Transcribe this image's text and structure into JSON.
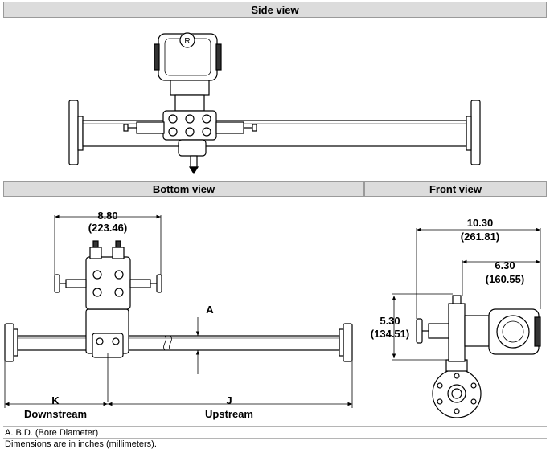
{
  "headers": {
    "side_view": "Side view",
    "bottom_view": "Bottom view",
    "front_view": "Front view"
  },
  "dimensions": {
    "width_in": "8.80",
    "width_mm": "(223.46)",
    "front_width_in": "10.30",
    "front_width_mm": "(261.81)",
    "front_offset_in": "6.30",
    "front_offset_mm": "(160.55)",
    "front_height_in": "5.30",
    "front_height_mm": "(134.51)",
    "bore_label": "A",
    "k_label": "K",
    "downstream_label": "Downstream",
    "j_label": "J",
    "upstream_label": "Upstream"
  },
  "notes": {
    "legend_a": "A. B.D. (Bore Diameter)",
    "units": "Dimensions are in inches (millimeters)."
  }
}
